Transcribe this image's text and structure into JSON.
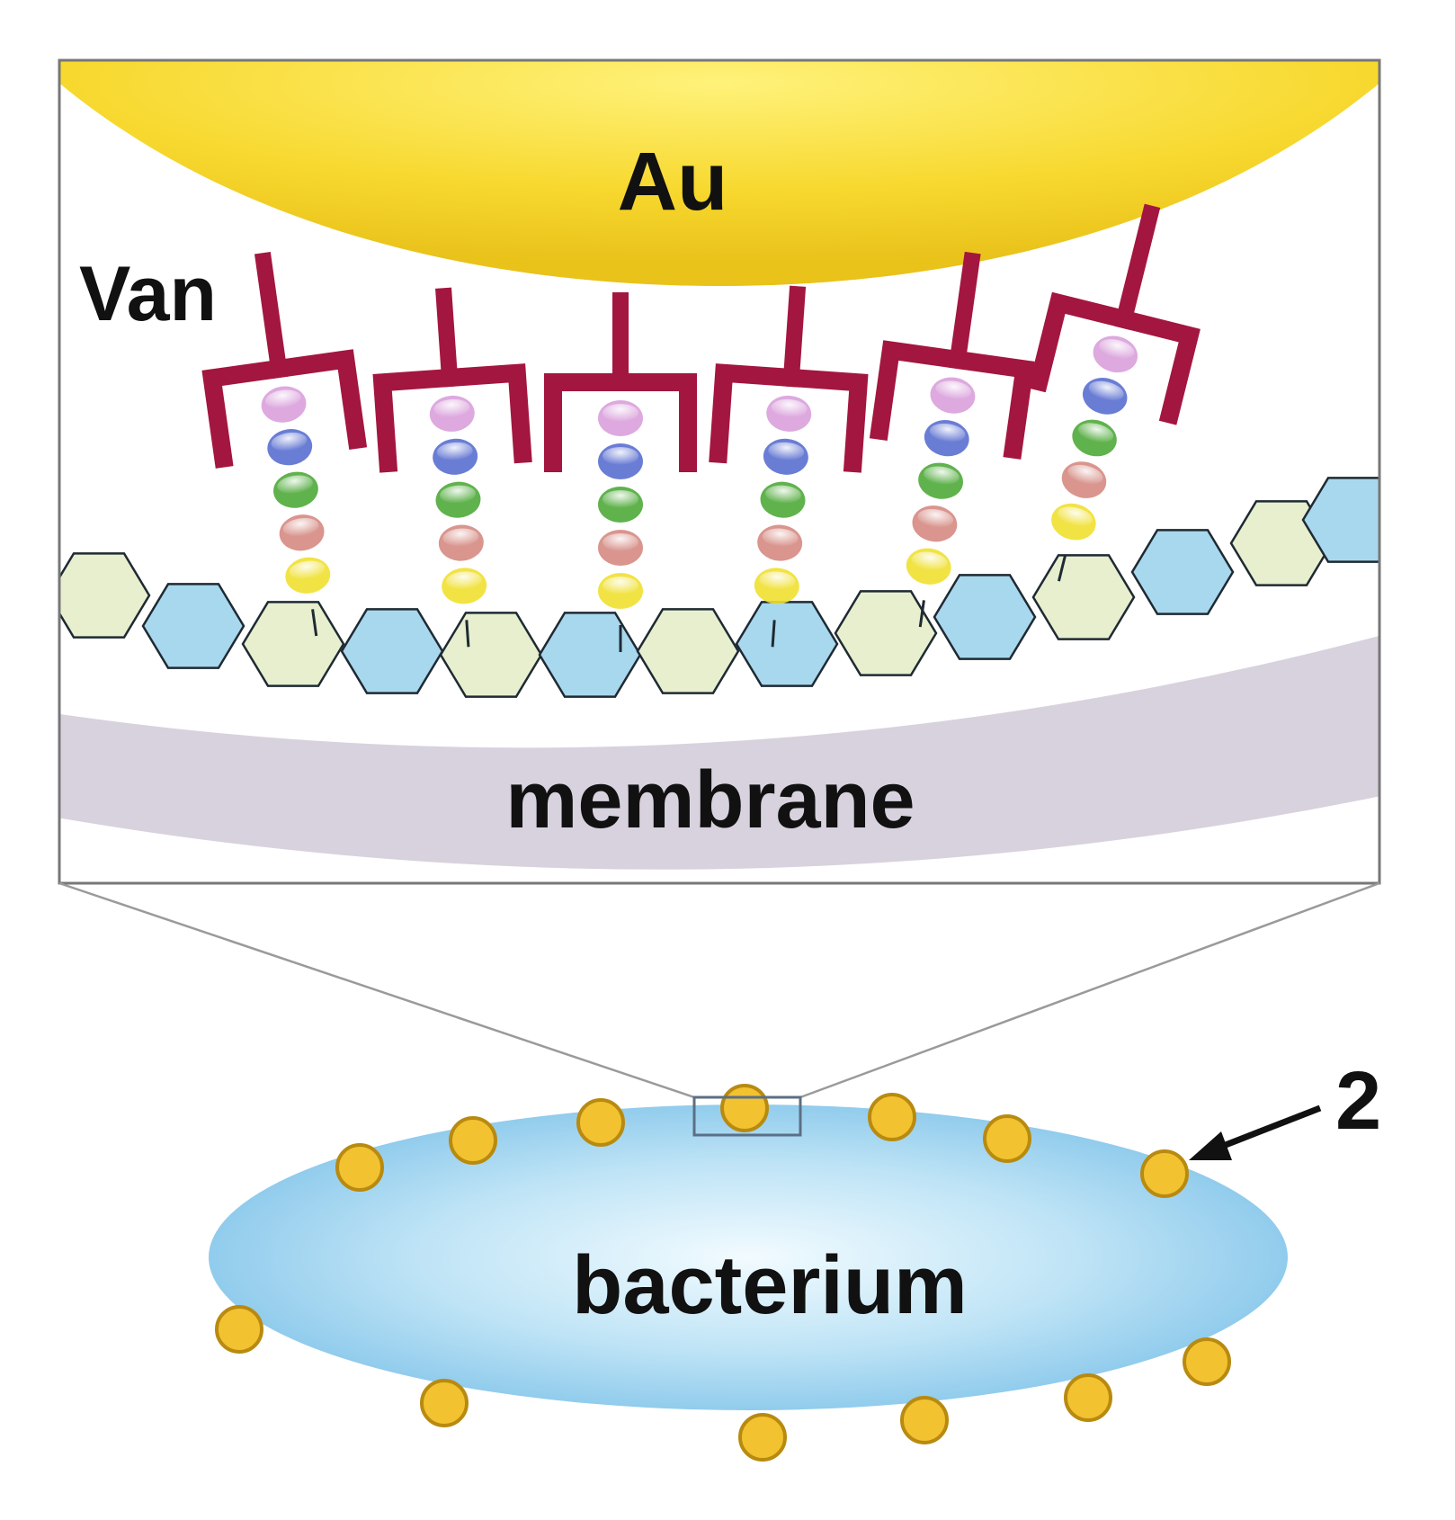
{
  "labels": {
    "gold": "Au",
    "vancomycin": "Van",
    "membrane": "membrane",
    "bacterium": "bacterium",
    "callout": "2"
  },
  "colors": {
    "gold": "#f6d62a",
    "van": "#a3163f",
    "membrane": "#d8d2de",
    "hex_blue": "#a8d8ee",
    "hex_green": "#e8efce",
    "bacterium": "#9fd4f0",
    "particle": "#f2c230",
    "particle_stroke": "#b88a10",
    "bead_colors": [
      "#d9a0dc",
      "#5a6fd0",
      "#4faa3a",
      "#d58a82",
      "#f0e030"
    ]
  },
  "icons": {
    "binder": "vancomycin-receptor-icon",
    "beads": "peptide-chain-icon",
    "pointer": "arrow-icon"
  }
}
